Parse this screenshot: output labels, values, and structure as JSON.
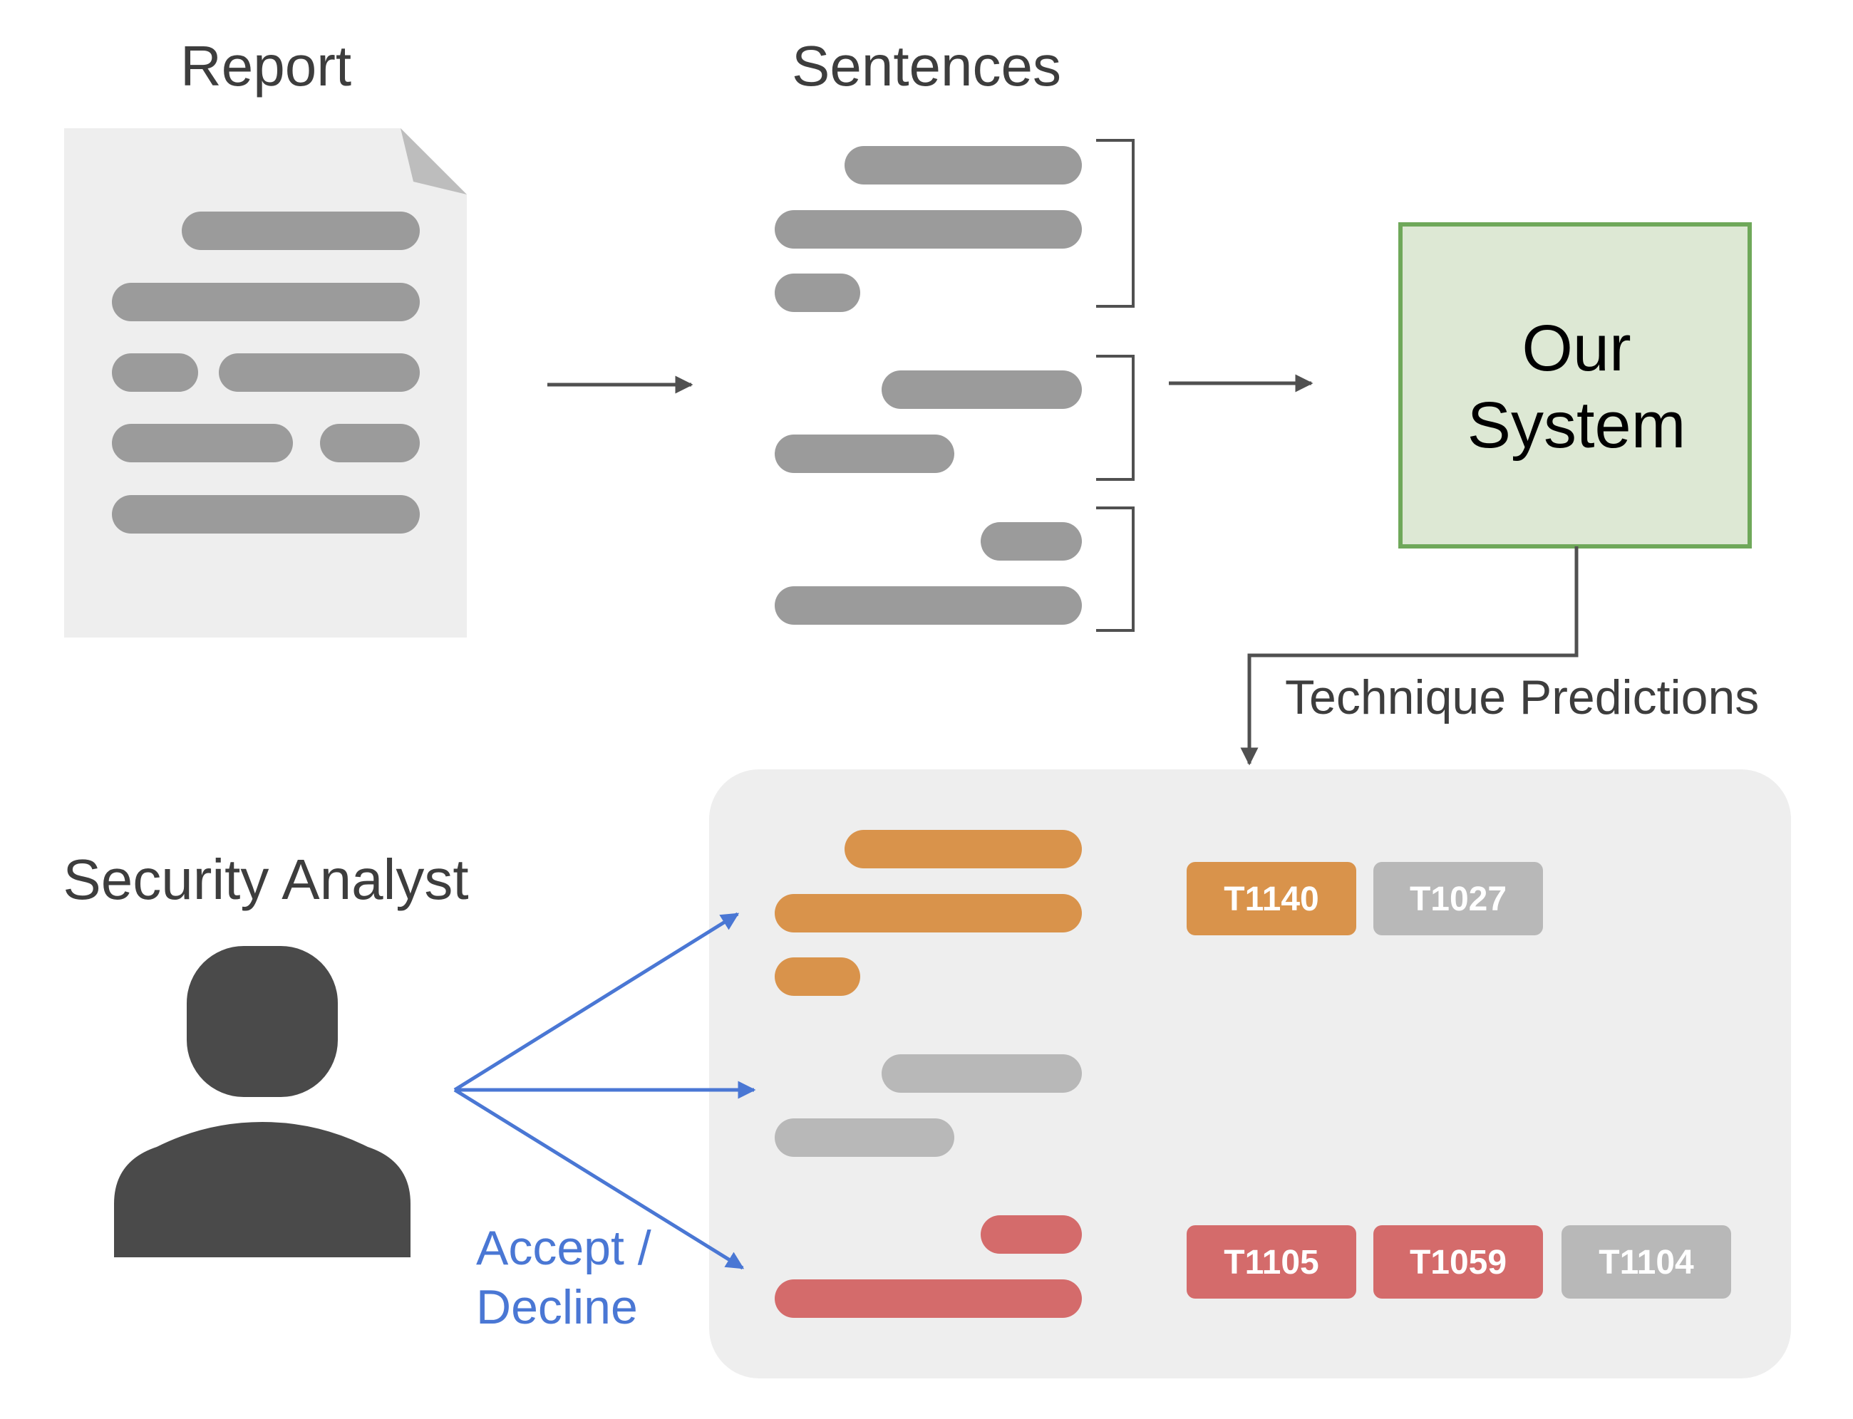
{
  "labels": {
    "report": "Report",
    "sentences": "Sentences",
    "system_line1": "Our",
    "system_line2": "System",
    "technique_predictions": "Technique Predictions",
    "security_analyst": "Security Analyst",
    "accept_line1": "Accept /",
    "accept_line2": "Decline"
  },
  "technique_tags": [
    {
      "id": "T1140",
      "status": "accepted",
      "color": "#d9934b"
    },
    {
      "id": "T1027",
      "status": "declined",
      "color": "#b8b8b8"
    },
    {
      "id": "T1105",
      "status": "accepted",
      "color": "#d46b6b"
    },
    {
      "id": "T1059",
      "status": "accepted",
      "color": "#d46b6b"
    },
    {
      "id": "T1104",
      "status": "declined",
      "color": "#b8b8b8"
    }
  ],
  "colors": {
    "text_bar": "#9b9b9b",
    "document_bg": "#eeeeee",
    "system_fill": "#dde8d4",
    "system_border": "#6fa85a",
    "review_panel_bg": "#eeeeee",
    "orange": "#d9934b",
    "red": "#d46b6b",
    "light_gray": "#b8b8b8",
    "analyst_icon": "#4a4a4a",
    "flow_arrow": "#505050",
    "analyst_arrow": "#4a77d4"
  }
}
